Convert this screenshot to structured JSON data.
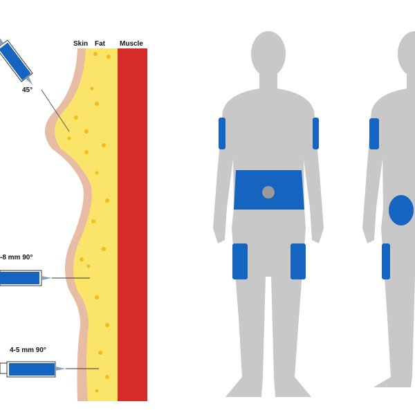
{
  "layers": {
    "skin": "Skin",
    "fat": "Fat",
    "muscle": "Muscle"
  },
  "injections": [
    {
      "label": "45°"
    },
    {
      "label": "-8 mm 90°"
    },
    {
      "label": "4-5 mm 90°"
    }
  ],
  "colors": {
    "skin": "#e8bca4",
    "fat": "#fbe46a",
    "muscle": "#d52b2b",
    "syringe": "#1565c0",
    "body": "#c8c8c8",
    "site": "#1565c0"
  }
}
